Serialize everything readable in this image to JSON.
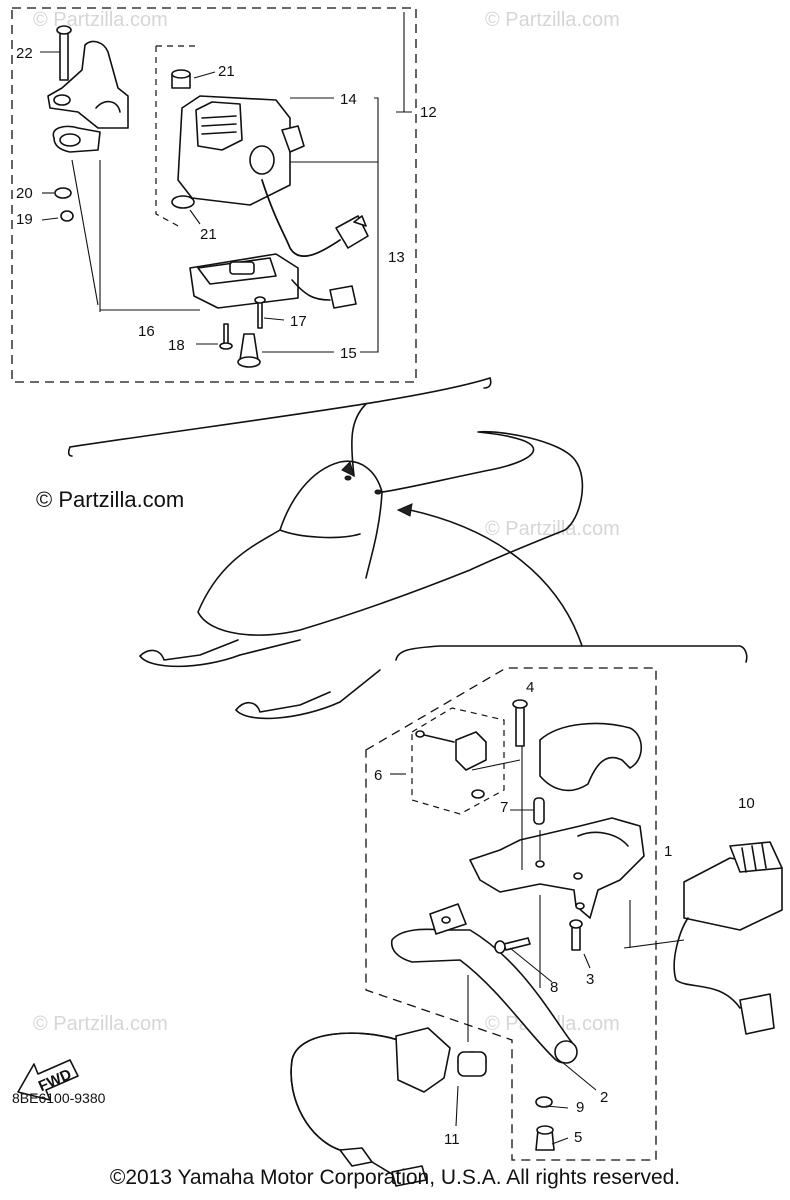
{
  "watermark": {
    "main": "© Partzilla.com",
    "faint": "© Partzilla.com"
  },
  "diagram_code": "8BE6100-9380",
  "copyright": "©2013  Yamaha Motor Corporation, U.S.A. All rights reserved.",
  "fwd_label": "FWD",
  "callouts": [
    "1",
    "2",
    "3",
    "4",
    "5",
    "6",
    "7",
    "8",
    "9",
    "10",
    "11",
    "12",
    "13",
    "14",
    "15",
    "16",
    "17",
    "18",
    "19",
    "20",
    "21",
    "21",
    "22"
  ]
}
